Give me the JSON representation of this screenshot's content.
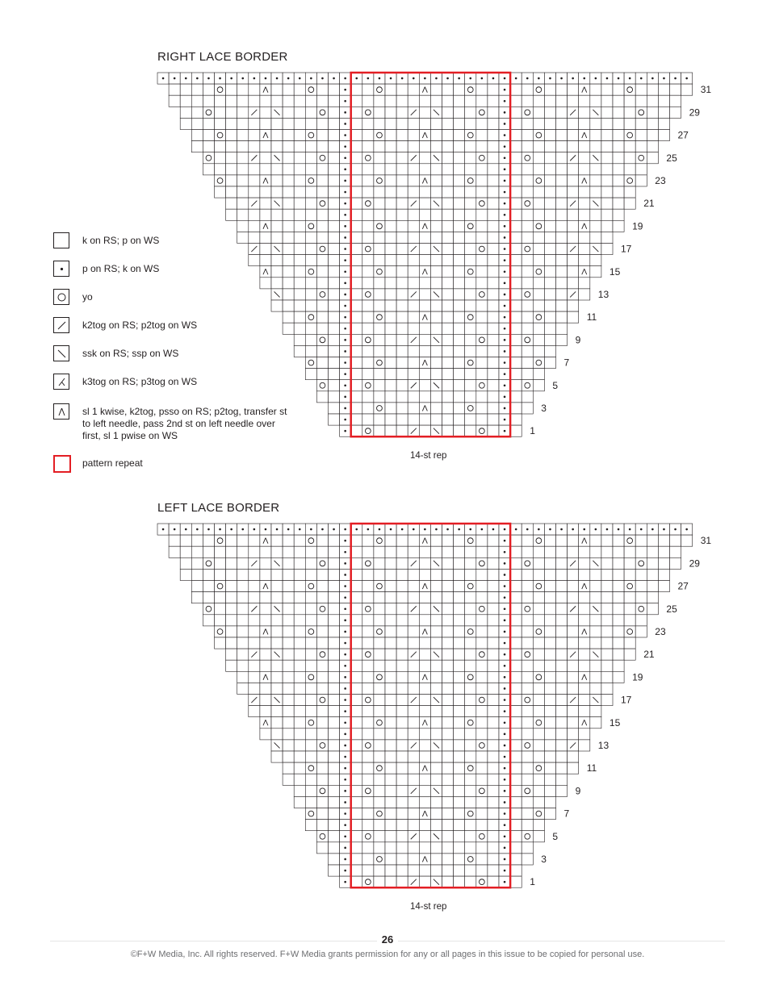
{
  "charts": [
    {
      "title": "RIGHT LACE BORDER",
      "repeat_label": "14-st rep",
      "row_numbers": [
        "31",
        "29",
        "27",
        "25",
        "23",
        "21",
        "19",
        "17",
        "15",
        "13",
        "11",
        "9",
        "7",
        "5",
        "3",
        "1"
      ]
    },
    {
      "title": "LEFT LACE BORDER",
      "repeat_label": "14-st rep",
      "row_numbers": [
        "31",
        "29",
        "27",
        "25",
        "23",
        "21",
        "19",
        "17",
        "15",
        "13",
        "11",
        "9",
        "7",
        "5",
        "3",
        "1"
      ]
    }
  ],
  "legend": [
    {
      "symbol": "blank-square-icon",
      "label": "k on RS; p on WS"
    },
    {
      "symbol": "dot-icon",
      "label": "p on RS; k on WS"
    },
    {
      "symbol": "circle-icon",
      "label": "yo"
    },
    {
      "symbol": "slash-right-icon",
      "label": "k2tog on RS; p2tog on WS"
    },
    {
      "symbol": "slash-left-icon",
      "label": "ssk on RS; ssp on WS"
    },
    {
      "symbol": "k3tog-icon",
      "label": "k3tog on RS; p3tog on WS"
    },
    {
      "symbol": "sk2p-icon",
      "label": "sl 1 kwise, k2tog, psso on RS; p2tog, transfer st to left needle, pass 2nd st on left needle over first, sl 1 pwise on WS"
    },
    {
      "symbol": "red-box-icon",
      "label": "pattern repeat"
    }
  ],
  "footer": {
    "page_number": "26",
    "copyright": "©F+W Media, Inc. All rights reserved. F+W Media grants permission for any or all pages in this issue to be copied for personal use."
  },
  "colors": {
    "ink": "#231f20",
    "repeat": "#e31e24",
    "footer_text": "#6d6e71"
  }
}
